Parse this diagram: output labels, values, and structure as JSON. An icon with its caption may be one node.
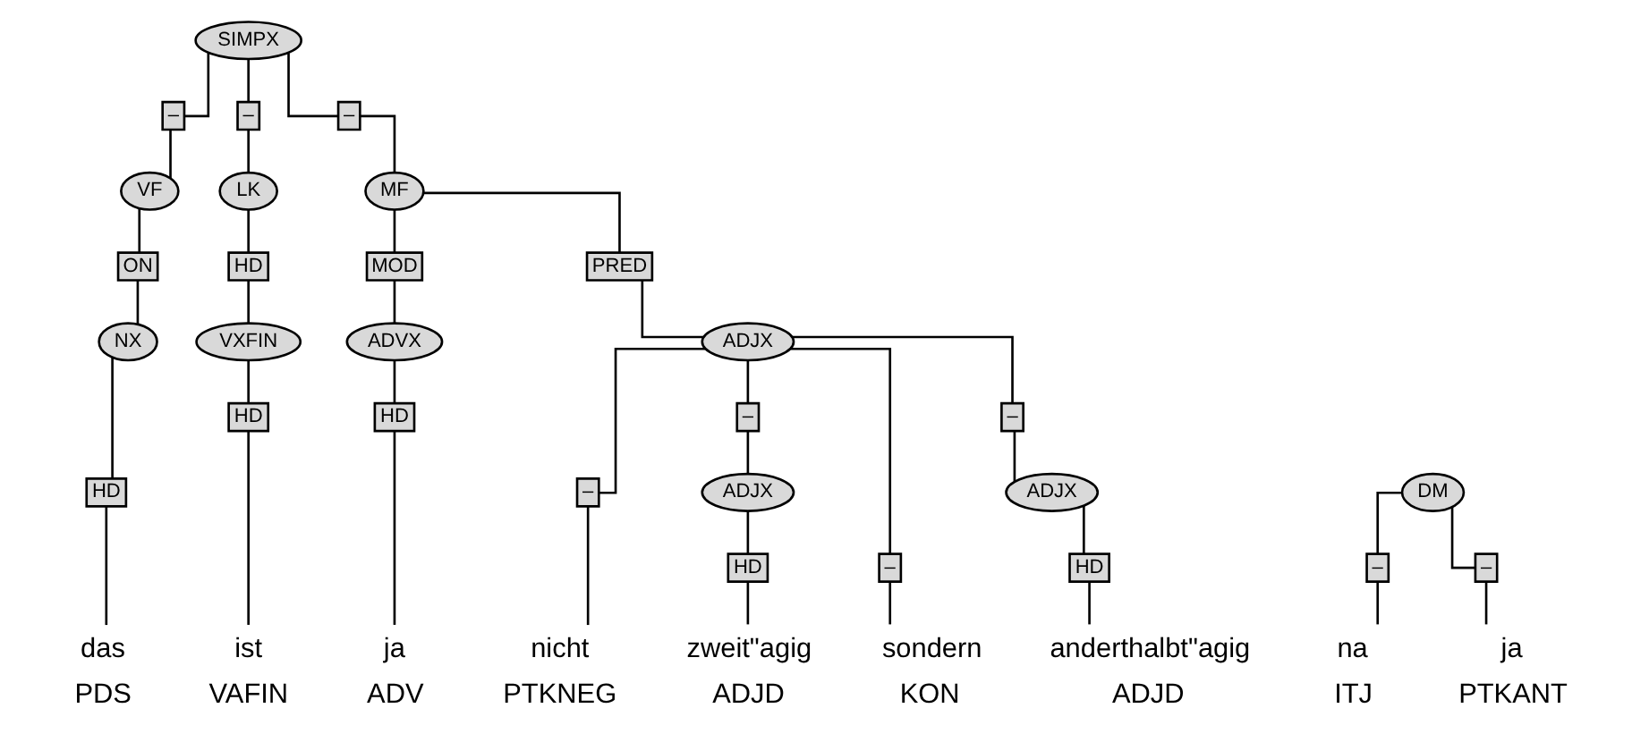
{
  "diagram": {
    "nodes": [
      {
        "text": [
          "SIMPX"
        ]
      },
      {
        "text": [
          "–"
        ]
      },
      {
        "text": [
          "–"
        ]
      },
      {
        "text": [
          "–"
        ]
      },
      {
        "text": [
          "MF"
        ]
      },
      {
        "text": [
          "MOD"
        ]
      },
      {
        "text": [
          "PRED"
        ]
      },
      {
        "text": [
          "VF"
        ]
      },
      {
        "text": [
          "LK"
        ]
      },
      {
        "text": [
          "ADJX"
        ]
      },
      {
        "text": [
          "DM"
        ]
      },
      {
        "text": [
          "ON"
        ]
      },
      {
        "text": [
          "HD"
        ]
      },
      {
        "text": [
          "–"
        ]
      },
      {
        "text": [
          "–"
        ]
      },
      {
        "text": [
          "–"
        ]
      },
      {
        "text": [
          "–"
        ]
      },
      {
        "text": [
          "NX"
        ]
      },
      {
        "text": [
          "VXFIN"
        ]
      },
      {
        "text": [
          "ADVX"
        ]
      },
      {
        "text": [
          "ADJX"
        ]
      },
      {
        "text": [
          "ADJX"
        ]
      },
      {
        "text": [
          "–"
        ]
      },
      {
        "text": [
          "–"
        ]
      },
      {
        "text": [
          "HD"
        ]
      },
      {
        "text": [
          "HD"
        ]
      },
      {
        "text": [
          "HD"
        ]
      },
      {
        "text": [
          "HD"
        ]
      },
      {
        "text": [
          "HD"
        ]
      },
      {
        "text": [
          "na"
        ],
        "beside": [
          "ITJ"
        ]
      },
      {
        "text": [
          "ja"
        ],
        "beside": [
          "PTKANT"
        ]
      },
      {
        "text": [
          "das"
        ],
        "beside": [
          "PDS"
        ]
      },
      {
        "text": [
          "ist"
        ],
        "beside": [
          "VAFIN"
        ]
      },
      {
        "text": [
          "ja"
        ],
        "beside": [
          "ADV"
        ]
      },
      {
        "text": [
          "nicht"
        ],
        "beside": [
          "PTKNEG"
        ]
      },
      {
        "text": [
          "zweit\"agig"
        ],
        "beside": [
          "ADJD"
        ]
      },
      {
        "text": [
          "sondern"
        ],
        "beside": [
          "KON"
        ]
      },
      {
        "text": [
          "anderthalbt\"agig"
        ],
        "beside": [
          "ADJD"
        ]
      }
    ],
    "edges": [
      {
        "from": 10,
        "to": 22,
        "arrow": "none"
      },
      {
        "from": 22,
        "to": 29,
        "arrow": "none"
      },
      {
        "from": 10,
        "to": 23,
        "arrow": "none"
      },
      {
        "from": 23,
        "to": 30,
        "arrow": "none"
      },
      {
        "from": 0,
        "to": 1,
        "arrow": "none"
      },
      {
        "from": 1,
        "to": 7,
        "arrow": "none"
      },
      {
        "from": 7,
        "to": 11,
        "arrow": "none"
      },
      {
        "from": 11,
        "to": 17,
        "arrow": "none"
      },
      {
        "from": 17,
        "to": 24,
        "arrow": "none"
      },
      {
        "from": 24,
        "to": 31,
        "arrow": "none"
      },
      {
        "from": 0,
        "to": 2,
        "arrow": "none"
      },
      {
        "from": 2,
        "to": 8,
        "arrow": "none"
      },
      {
        "from": 8,
        "to": 12,
        "arrow": "none"
      },
      {
        "from": 12,
        "to": 18,
        "arrow": "none"
      },
      {
        "from": 18,
        "to": 25,
        "arrow": "none"
      },
      {
        "from": 25,
        "to": 32,
        "arrow": "none"
      },
      {
        "from": 0,
        "to": 3,
        "arrow": "none"
      },
      {
        "from": 3,
        "to": 4,
        "arrow": "none"
      },
      {
        "from": 4,
        "to": 5,
        "arrow": "none"
      },
      {
        "from": 5,
        "to": 19,
        "arrow": "none"
      },
      {
        "from": 19,
        "to": 26,
        "arrow": "none"
      },
      {
        "from": 26,
        "to": 33,
        "arrow": "none"
      },
      {
        "from": 4,
        "to": 6,
        "arrow": "none"
      },
      {
        "from": 6,
        "to": 9,
        "arrow": "none"
      },
      {
        "from": 9,
        "to": 13,
        "arrow": "none"
      },
      {
        "from": 13,
        "to": 34,
        "arrow": "none"
      },
      {
        "from": 9,
        "to": 14,
        "arrow": "none"
      },
      {
        "from": 14,
        "to": 20,
        "arrow": "none"
      },
      {
        "from": 20,
        "to": 27,
        "arrow": "none"
      },
      {
        "from": 27,
        "to": 35,
        "arrow": "none"
      },
      {
        "from": 9,
        "to": 15,
        "arrow": "none"
      },
      {
        "from": 15,
        "to": 36,
        "arrow": "none"
      },
      {
        "from": 9,
        "to": 16,
        "arrow": "none"
      },
      {
        "from": 16,
        "to": 21,
        "arrow": "none"
      },
      {
        "from": 21,
        "to": 28,
        "arrow": "none"
      },
      {
        "from": 28,
        "to": 37,
        "arrow": "none"
      }
    ]
  }
}
